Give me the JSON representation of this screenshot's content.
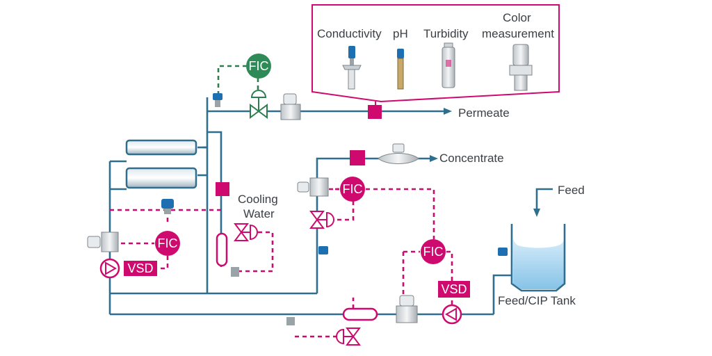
{
  "sensors": {
    "conductivity": "Conductivity",
    "ph": "pH",
    "turbidity": "Turbidity",
    "color_line1": "Color",
    "color_line2": "measurement"
  },
  "streams": {
    "permeate": "Permeate",
    "concentrate": "Concentrate",
    "feed": "Feed",
    "tank": "Feed/CIP Tank"
  },
  "cooling": {
    "line1": "Cooling",
    "line2": "Water"
  },
  "tags": {
    "fic": "FIC",
    "vsd": "VSD"
  },
  "colors": {
    "pipe": "#2f6e8c",
    "signal": "#cf0a6e",
    "green_signal": "#2e7d4f",
    "green_controller": "#2e8b57",
    "magenta": "#cf0a6e",
    "water": "#a7d4ef"
  }
}
